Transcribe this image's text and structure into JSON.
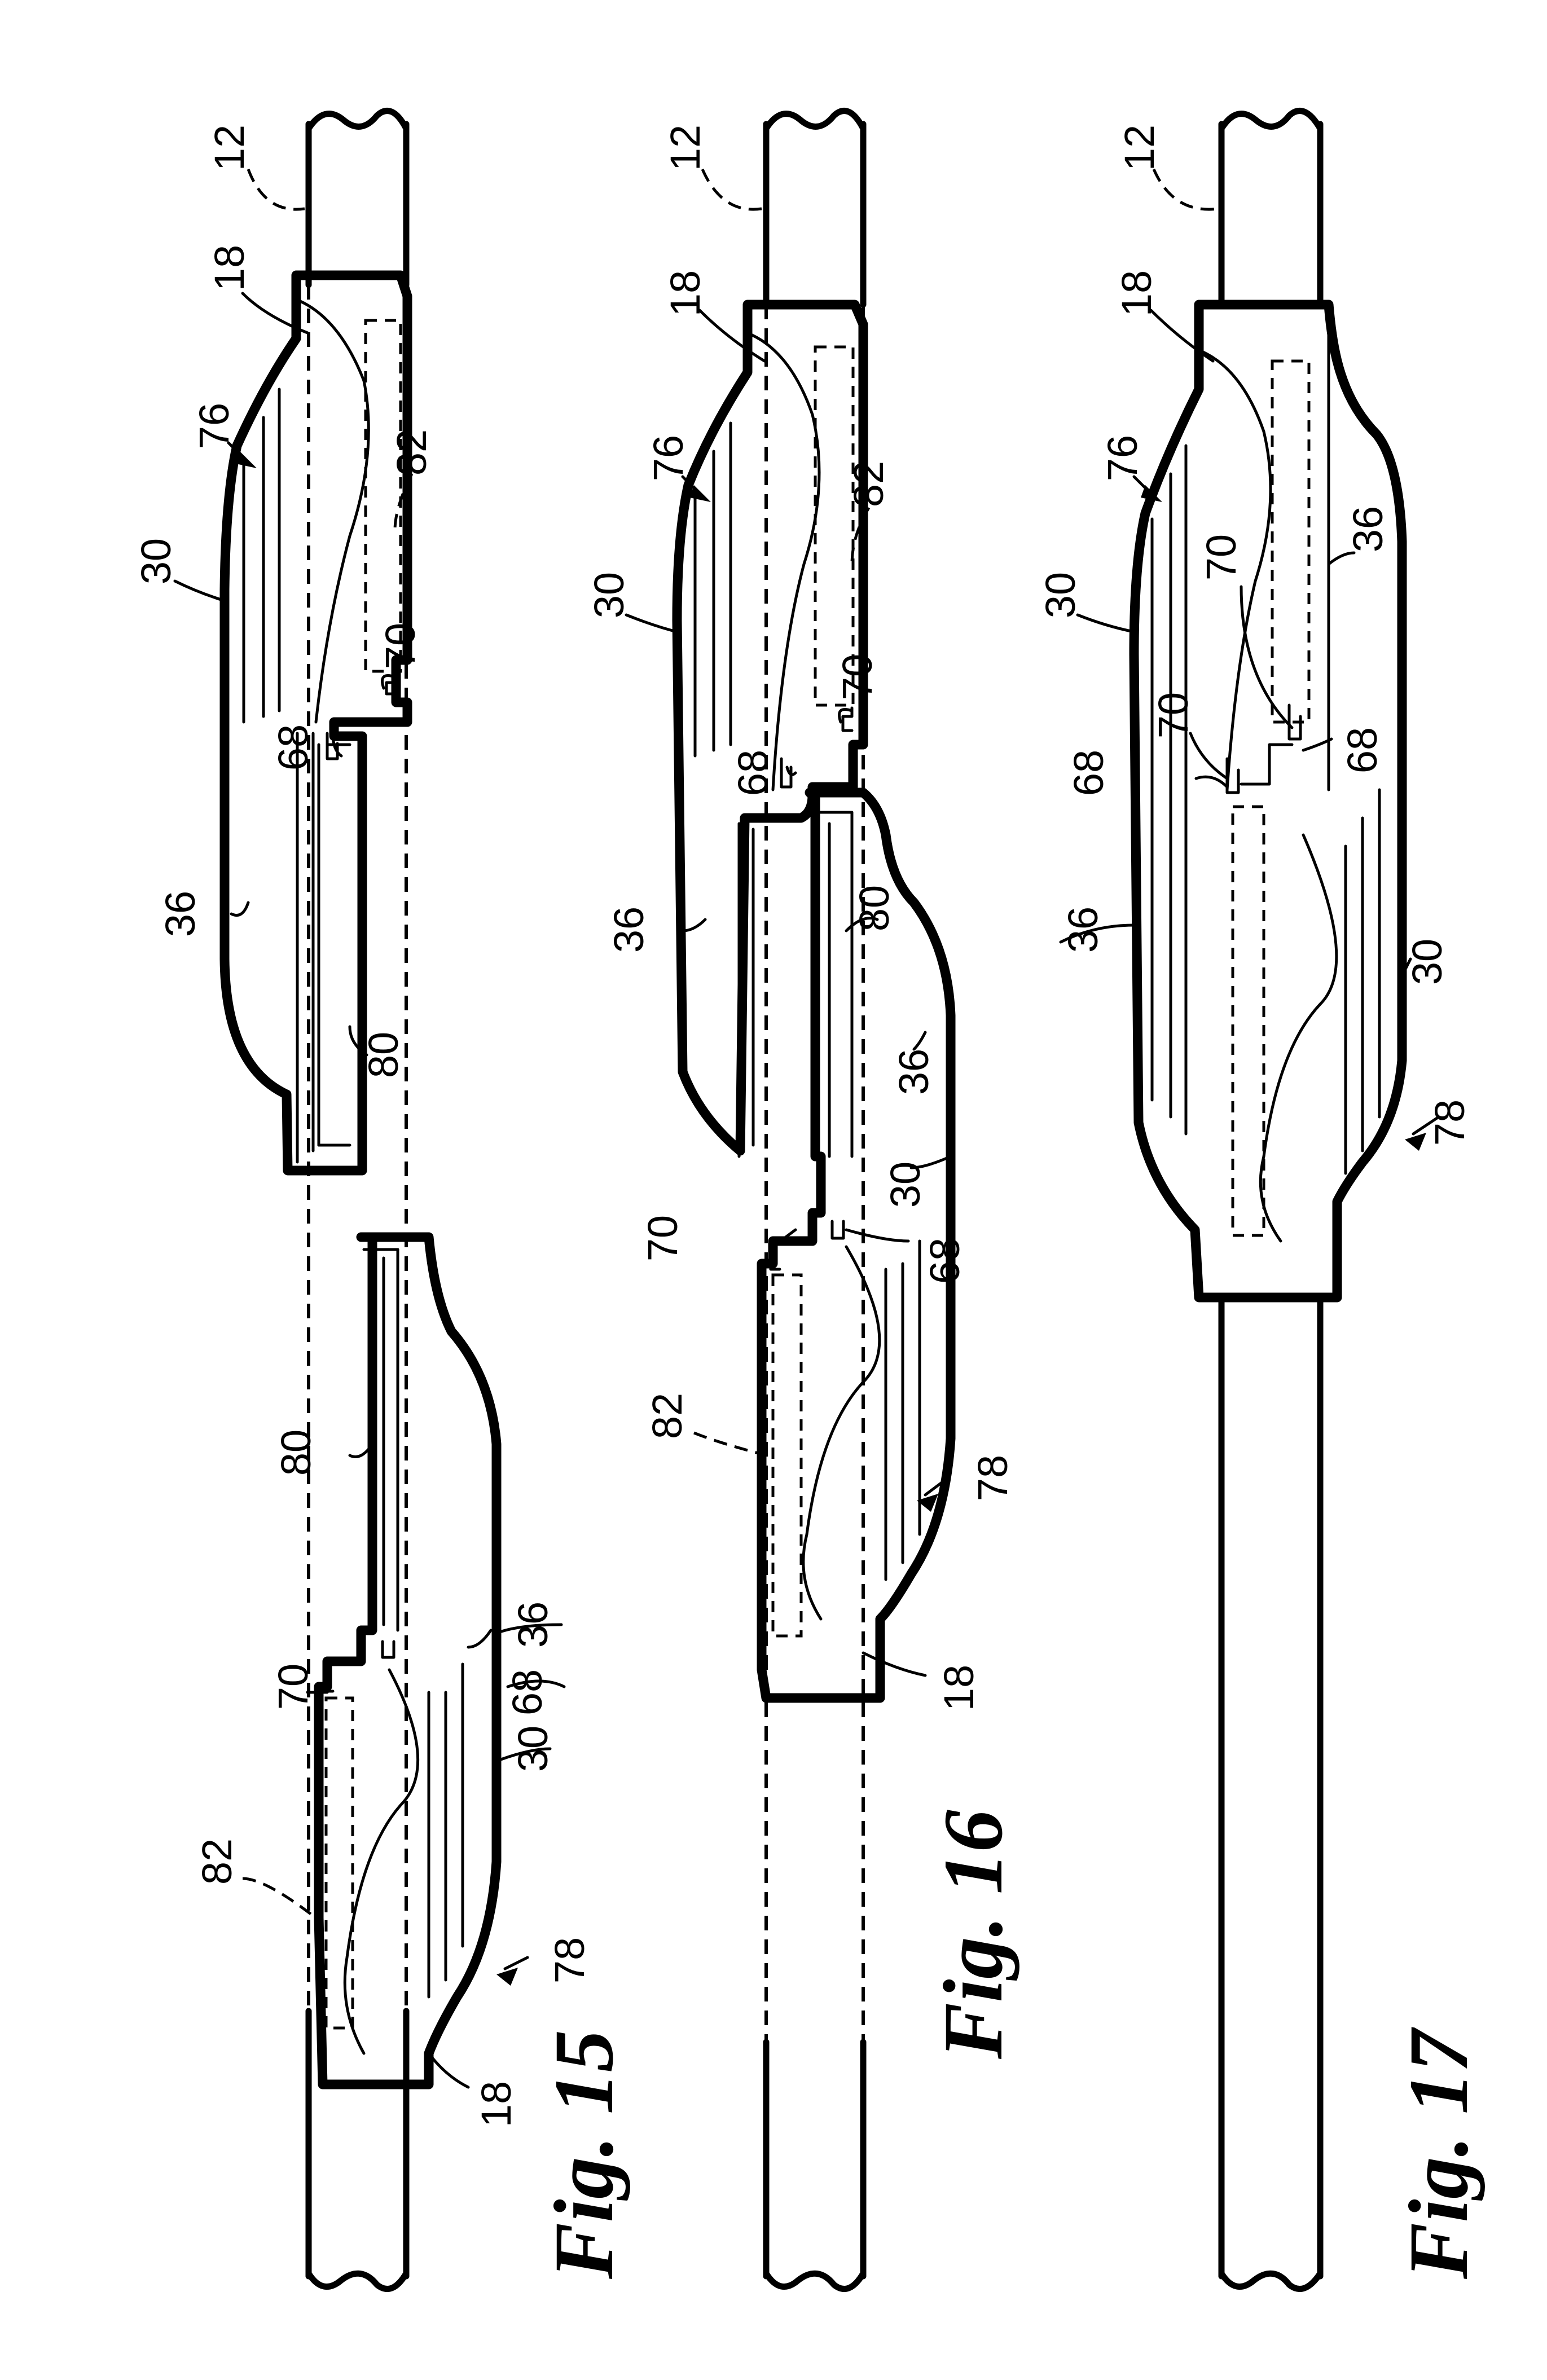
{
  "figures": [
    {
      "caption": "Fig. 15",
      "labels": {
        "shaft": "12",
        "cone_a": "18",
        "cone_b": "18",
        "end_a": "76",
        "end_b": "78",
        "seal_a": "30",
        "seal_b": "30",
        "body_a": "36",
        "body_b": "36",
        "hook_a": "68",
        "hook_b": "68",
        "tab_a": "70",
        "tab_b": "70",
        "channel_a": "80",
        "channel_b": "80",
        "groove_a": "82",
        "groove_b": "82"
      }
    },
    {
      "caption": "Fig. 16",
      "labels": {
        "shaft": "12",
        "cone_a": "18",
        "cone_b": "18",
        "end_a": "76",
        "end_b": "78",
        "seal_a": "30",
        "seal_b": "30",
        "body_a": "36",
        "body_b": "36",
        "hook_a": "68",
        "hook_b": "68",
        "tab_a": "70",
        "tab_b": "70",
        "channel_a": "80",
        "groove_a": "82",
        "groove_b": "82"
      }
    },
    {
      "caption": "Fig. 17",
      "labels": {
        "shaft": "12",
        "cone_a": "18",
        "end_a": "76",
        "end_b": "78",
        "seal_a": "30",
        "seal_b": "30",
        "body_a": "36",
        "body_b": "36",
        "hook_a": "68",
        "hook_b": "68",
        "tab_a": "70",
        "tab_b": "70"
      }
    }
  ]
}
